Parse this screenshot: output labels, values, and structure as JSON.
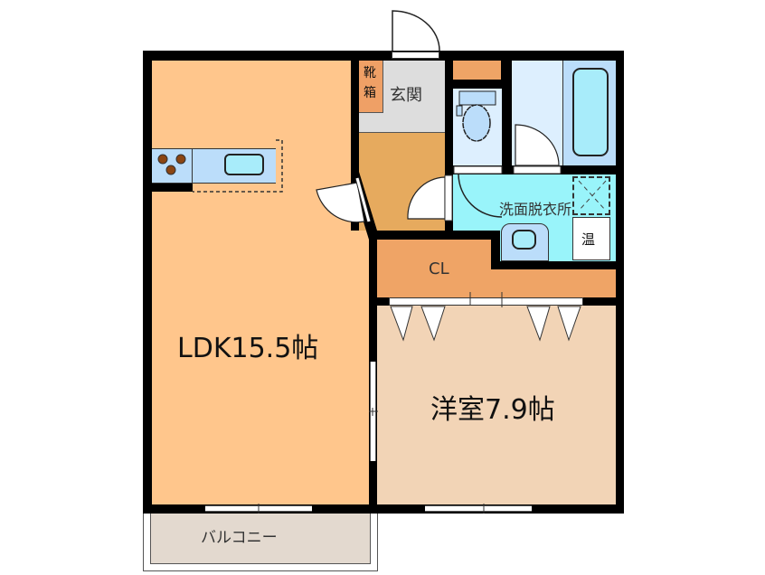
{
  "floorplan": {
    "rooms": {
      "ldk": {
        "label": "LDK15.5帖",
        "color": "#FFC68C"
      },
      "western": {
        "label": "洋室7.9帖",
        "color": "#F2D4B6"
      },
      "entrance": {
        "label": "玄関",
        "color": "#DDDDDD"
      },
      "shoe_box": {
        "label_top": "靴",
        "label_bottom": "箱",
        "color": "#EFA066"
      },
      "hall": {
        "color": "#E6AA5E"
      },
      "closet": {
        "label": "CL",
        "color": "#EFA466"
      },
      "washroom": {
        "label": "洗面脱衣所",
        "color": "#99F4FA"
      },
      "water_heater": {
        "label": "温"
      },
      "toilet": {
        "color": "#DDEFFE"
      },
      "bath": {
        "color": "#DDEFFE",
        "tub_area_color": "#BBDDFA",
        "tub_color": "#A8ECFA"
      },
      "balcony": {
        "label": "バルコニー",
        "color": "#E3D9CF"
      }
    },
    "colors": {
      "wall": "#000000",
      "fixture_blue": "#BBDDFA",
      "burner": "#8B4513"
    }
  }
}
